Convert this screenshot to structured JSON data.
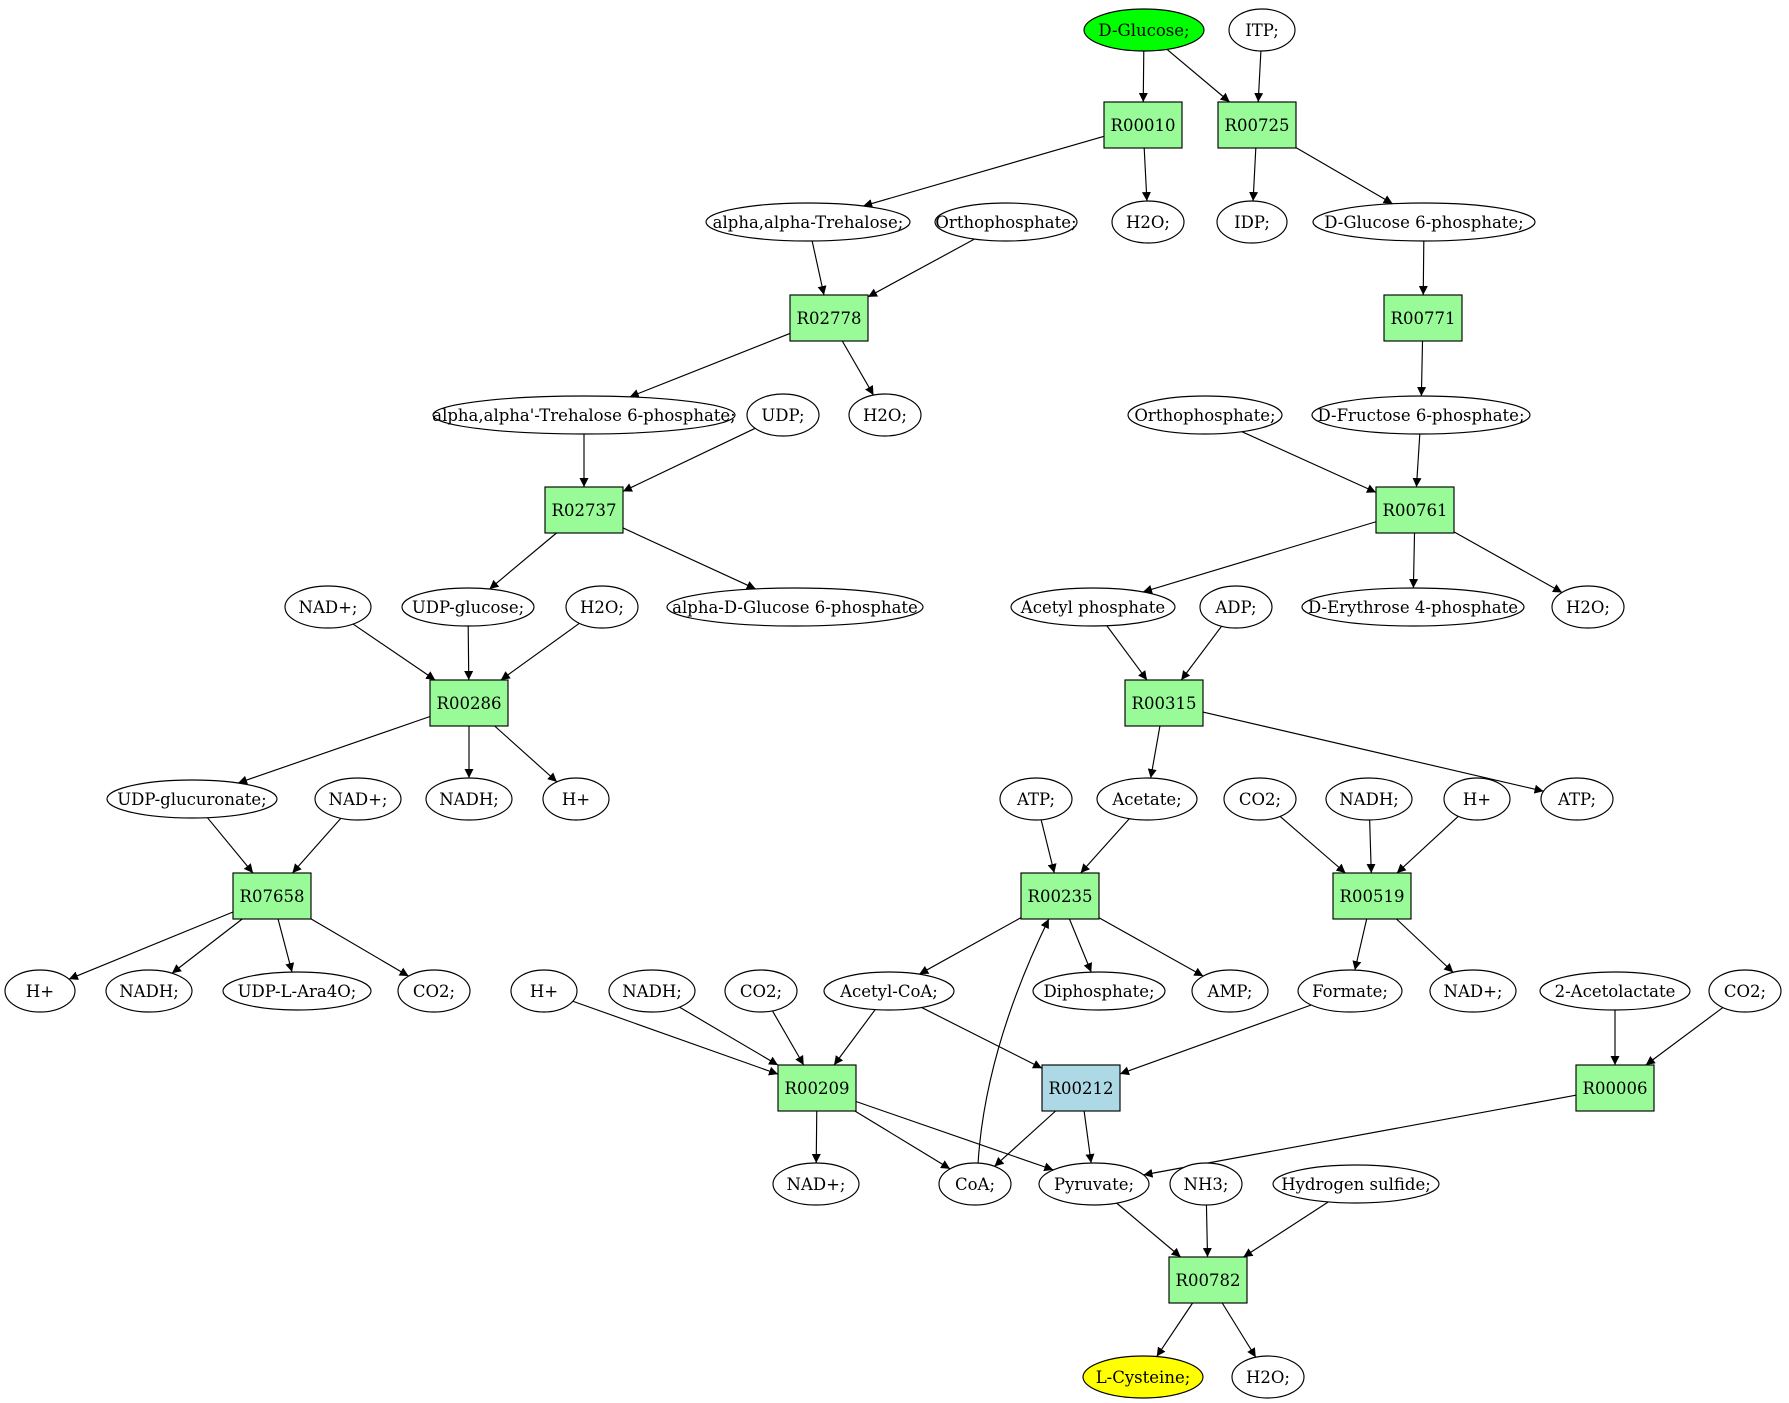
{
  "colors": {
    "compound": "#ffffff",
    "reaction": "#98fb98",
    "reaction_alt": "#add8e6",
    "source": "#00ff00",
    "target": "#ffff00",
    "stroke": "#000000"
  },
  "nodes": [
    {
      "id": "dglucose",
      "label": "D-Glucose;",
      "shape": "ellipse",
      "color": "source"
    },
    {
      "id": "itp",
      "label": "ITP;",
      "shape": "ellipse",
      "color": "compound"
    },
    {
      "id": "r00010",
      "label": "R00010",
      "shape": "box",
      "color": "reaction"
    },
    {
      "id": "r00725",
      "label": "R00725",
      "shape": "box",
      "color": "reaction"
    },
    {
      "id": "trehalose",
      "label": "alpha,alpha-Trehalose;",
      "shape": "ellipse",
      "color": "compound"
    },
    {
      "id": "ortho1",
      "label": "Orthophosphate;",
      "shape": "ellipse",
      "color": "compound"
    },
    {
      "id": "h2o_1",
      "label": "H2O;",
      "shape": "ellipse",
      "color": "compound"
    },
    {
      "id": "idp",
      "label": "IDP;",
      "shape": "ellipse",
      "color": "compound"
    },
    {
      "id": "g6p",
      "label": "D-Glucose 6-phosphate;",
      "shape": "ellipse",
      "color": "compound"
    },
    {
      "id": "r02778",
      "label": "R02778",
      "shape": "box",
      "color": "reaction"
    },
    {
      "id": "r00771",
      "label": "R00771",
      "shape": "box",
      "color": "reaction"
    },
    {
      "id": "t6p",
      "label": "alpha,alpha'-Trehalose 6-phosphate;",
      "shape": "ellipse",
      "color": "compound"
    },
    {
      "id": "udp",
      "label": "UDP;",
      "shape": "ellipse",
      "color": "compound"
    },
    {
      "id": "h2o_2",
      "label": "H2O;",
      "shape": "ellipse",
      "color": "compound"
    },
    {
      "id": "ortho2",
      "label": "Orthophosphate;",
      "shape": "ellipse",
      "color": "compound"
    },
    {
      "id": "f6p",
      "label": "D-Fructose 6-phosphate;",
      "shape": "ellipse",
      "color": "compound"
    },
    {
      "id": "r02737",
      "label": "R02737",
      "shape": "box",
      "color": "reaction"
    },
    {
      "id": "r00761",
      "label": "R00761",
      "shape": "box",
      "color": "reaction"
    },
    {
      "id": "nad_1",
      "label": "NAD+;",
      "shape": "ellipse",
      "color": "compound"
    },
    {
      "id": "udpglc",
      "label": "UDP-glucose;",
      "shape": "ellipse",
      "color": "compound"
    },
    {
      "id": "h2o_3",
      "label": "H2O;",
      "shape": "ellipse",
      "color": "compound"
    },
    {
      "id": "adg6p",
      "label": "alpha-D-Glucose 6-phosphate",
      "shape": "ellipse",
      "color": "compound"
    },
    {
      "id": "acp",
      "label": "Acetyl phosphate",
      "shape": "ellipse",
      "color": "compound"
    },
    {
      "id": "adp",
      "label": "ADP;",
      "shape": "ellipse",
      "color": "compound"
    },
    {
      "id": "e4p",
      "label": "D-Erythrose 4-phosphate",
      "shape": "ellipse",
      "color": "compound"
    },
    {
      "id": "h2o_4",
      "label": "H2O;",
      "shape": "ellipse",
      "color": "compound"
    },
    {
      "id": "r00286",
      "label": "R00286",
      "shape": "box",
      "color": "reaction"
    },
    {
      "id": "r00315",
      "label": "R00315",
      "shape": "box",
      "color": "reaction"
    },
    {
      "id": "udpglcur",
      "label": "UDP-glucuronate;",
      "shape": "ellipse",
      "color": "compound"
    },
    {
      "id": "nad_2",
      "label": "NAD+;",
      "shape": "ellipse",
      "color": "compound"
    },
    {
      "id": "nadh_1",
      "label": "NADH;",
      "shape": "ellipse",
      "color": "compound"
    },
    {
      "id": "hplus_1",
      "label": "H+",
      "shape": "ellipse",
      "color": "compound"
    },
    {
      "id": "atp_1",
      "label": "ATP;",
      "shape": "ellipse",
      "color": "compound"
    },
    {
      "id": "acetate",
      "label": "Acetate;",
      "shape": "ellipse",
      "color": "compound"
    },
    {
      "id": "co2_1",
      "label": "CO2;",
      "shape": "ellipse",
      "color": "compound"
    },
    {
      "id": "nadh_2",
      "label": "NADH;",
      "shape": "ellipse",
      "color": "compound"
    },
    {
      "id": "hplus_2",
      "label": "H+",
      "shape": "ellipse",
      "color": "compound"
    },
    {
      "id": "atp_2",
      "label": "ATP;",
      "shape": "ellipse",
      "color": "compound"
    },
    {
      "id": "r07658",
      "label": "R07658",
      "shape": "box",
      "color": "reaction"
    },
    {
      "id": "r00235",
      "label": "R00235",
      "shape": "box",
      "color": "reaction"
    },
    {
      "id": "r00519",
      "label": "R00519",
      "shape": "box",
      "color": "reaction"
    },
    {
      "id": "hplus_3",
      "label": "H+",
      "shape": "ellipse",
      "color": "compound"
    },
    {
      "id": "nadh_3",
      "label": "NADH;",
      "shape": "ellipse",
      "color": "compound"
    },
    {
      "id": "udpara",
      "label": "UDP-L-Ara4O;",
      "shape": "ellipse",
      "color": "compound"
    },
    {
      "id": "co2_2",
      "label": "CO2;",
      "shape": "ellipse",
      "color": "compound"
    },
    {
      "id": "hplus_4",
      "label": "H+",
      "shape": "ellipse",
      "color": "compound"
    },
    {
      "id": "nadh_4",
      "label": "NADH;",
      "shape": "ellipse",
      "color": "compound"
    },
    {
      "id": "co2_3",
      "label": "CO2;",
      "shape": "ellipse",
      "color": "compound"
    },
    {
      "id": "acoa",
      "label": "Acetyl-CoA;",
      "shape": "ellipse",
      "color": "compound"
    },
    {
      "id": "ppi",
      "label": "Diphosphate;",
      "shape": "ellipse",
      "color": "compound"
    },
    {
      "id": "amp",
      "label": "AMP;",
      "shape": "ellipse",
      "color": "compound"
    },
    {
      "id": "formate",
      "label": "Formate;",
      "shape": "ellipse",
      "color": "compound"
    },
    {
      "id": "nad_3",
      "label": "NAD+;",
      "shape": "ellipse",
      "color": "compound"
    },
    {
      "id": "acetolactate",
      "label": "2-Acetolactate",
      "shape": "ellipse",
      "color": "compound"
    },
    {
      "id": "co2_4",
      "label": "CO2;",
      "shape": "ellipse",
      "color": "compound"
    },
    {
      "id": "r00209",
      "label": "R00209",
      "shape": "box",
      "color": "reaction"
    },
    {
      "id": "r00212",
      "label": "R00212",
      "shape": "box",
      "color": "reaction_alt"
    },
    {
      "id": "r00006",
      "label": "R00006",
      "shape": "box",
      "color": "reaction"
    },
    {
      "id": "nad_4",
      "label": "NAD+;",
      "shape": "ellipse",
      "color": "compound"
    },
    {
      "id": "coa",
      "label": "CoA;",
      "shape": "ellipse",
      "color": "compound"
    },
    {
      "id": "pyruvate",
      "label": "Pyruvate;",
      "shape": "ellipse",
      "color": "compound"
    },
    {
      "id": "nh3",
      "label": "NH3;",
      "shape": "ellipse",
      "color": "compound"
    },
    {
      "id": "h2s",
      "label": "Hydrogen sulfide;",
      "shape": "ellipse",
      "color": "compound"
    },
    {
      "id": "r00782",
      "label": "R00782",
      "shape": "box",
      "color": "reaction"
    },
    {
      "id": "lcys",
      "label": "L-Cysteine;",
      "shape": "ellipse",
      "color": "target"
    },
    {
      "id": "h2o_5",
      "label": "H2O;",
      "shape": "ellipse",
      "color": "compound"
    }
  ],
  "edges": [
    [
      "dglucose",
      "r00010"
    ],
    [
      "dglucose",
      "r00725"
    ],
    [
      "itp",
      "r00725"
    ],
    [
      "r00010",
      "trehalose"
    ],
    [
      "r00010",
      "h2o_1"
    ],
    [
      "r00725",
      "idp"
    ],
    [
      "r00725",
      "g6p"
    ],
    [
      "trehalose",
      "r02778"
    ],
    [
      "ortho1",
      "r02778"
    ],
    [
      "g6p",
      "r00771"
    ],
    [
      "r02778",
      "t6p"
    ],
    [
      "r02778",
      "h2o_2"
    ],
    [
      "r00771",
      "f6p"
    ],
    [
      "t6p",
      "r02737"
    ],
    [
      "udp",
      "r02737"
    ],
    [
      "ortho2",
      "r00761"
    ],
    [
      "f6p",
      "r00761"
    ],
    [
      "r02737",
      "udpglc"
    ],
    [
      "r02737",
      "adg6p"
    ],
    [
      "r00761",
      "acp"
    ],
    [
      "r00761",
      "e4p"
    ],
    [
      "r00761",
      "h2o_4"
    ],
    [
      "nad_1",
      "r00286"
    ],
    [
      "udpglc",
      "r00286"
    ],
    [
      "h2o_3",
      "r00286"
    ],
    [
      "acp",
      "r00315"
    ],
    [
      "adp",
      "r00315"
    ],
    [
      "r00286",
      "udpglcur"
    ],
    [
      "r00286",
      "nadh_1"
    ],
    [
      "r00286",
      "hplus_1"
    ],
    [
      "r00315",
      "acetate"
    ],
    [
      "r00315",
      "atp_2"
    ],
    [
      "udpglcur",
      "r07658"
    ],
    [
      "nad_2",
      "r07658"
    ],
    [
      "atp_1",
      "r00235"
    ],
    [
      "acetate",
      "r00235"
    ],
    [
      "co2_1",
      "r00519"
    ],
    [
      "nadh_2",
      "r00519"
    ],
    [
      "hplus_2",
      "r00519"
    ],
    [
      "r07658",
      "hplus_3"
    ],
    [
      "r07658",
      "nadh_3"
    ],
    [
      "r07658",
      "udpara"
    ],
    [
      "r07658",
      "co2_2"
    ],
    [
      "r00235",
      "acoa"
    ],
    [
      "r00235",
      "ppi"
    ],
    [
      "r00235",
      "amp"
    ],
    [
      "r00519",
      "formate"
    ],
    [
      "r00519",
      "nad_3"
    ],
    [
      "hplus_4",
      "r00209"
    ],
    [
      "nadh_4",
      "r00209"
    ],
    [
      "co2_3",
      "r00209"
    ],
    [
      "acoa",
      "r00209"
    ],
    [
      "acoa",
      "r00212"
    ],
    [
      "formate",
      "r00212"
    ],
    [
      "acetolactate",
      "r00006"
    ],
    [
      "co2_4",
      "r00006"
    ],
    [
      "r00209",
      "nad_4"
    ],
    [
      "r00209",
      "coa"
    ],
    [
      "r00209",
      "pyruvate"
    ],
    [
      "r00212",
      "coa"
    ],
    [
      "r00212",
      "pyruvate"
    ],
    [
      "r00006",
      "pyruvate"
    ],
    [
      "coa",
      "r00235"
    ],
    [
      "pyruvate",
      "r00782"
    ],
    [
      "nh3",
      "r00782"
    ],
    [
      "h2s",
      "r00782"
    ],
    [
      "r00782",
      "lcys"
    ],
    [
      "r00782",
      "h2o_5"
    ]
  ]
}
